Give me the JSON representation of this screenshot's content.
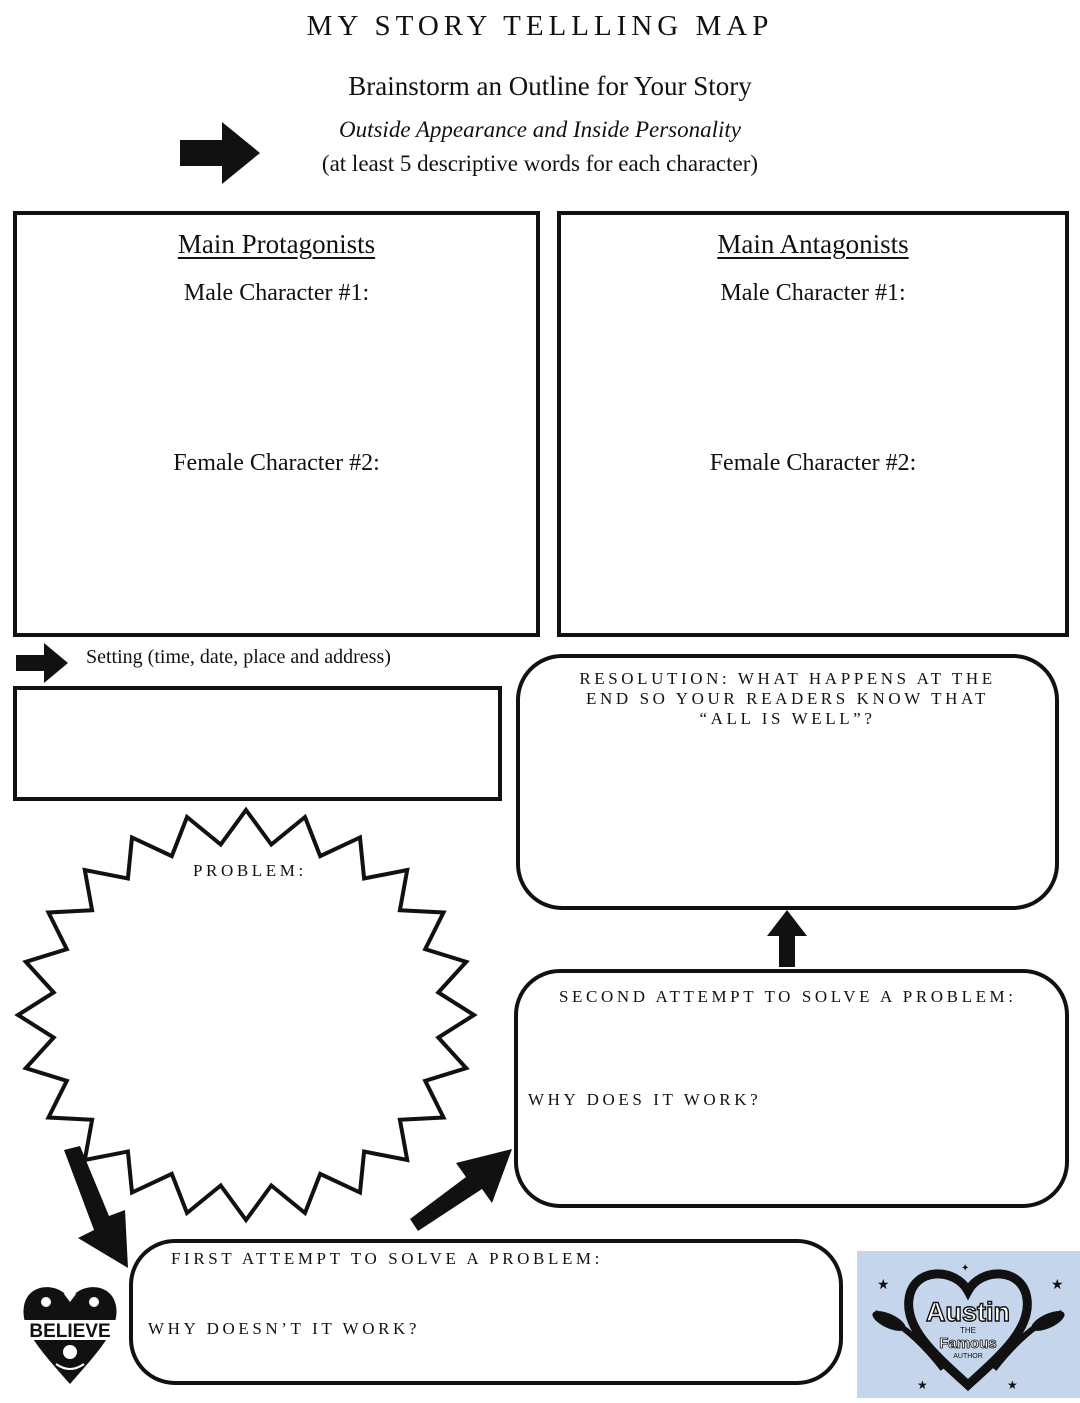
{
  "page": {
    "title": "MY STORY TELLLING MAP",
    "subtitle": "Brainstorm an Outline for Your Story",
    "instruction_italic": "Outside Appearance and Inside Personality",
    "instruction_note": "(at least 5 descriptive words for each character)"
  },
  "protagonists": {
    "heading": "Main Protagonists",
    "male_label": "Male Character #1:",
    "female_label": "Female Character #2:"
  },
  "antagonists": {
    "heading": "Main Antagonists",
    "male_label": "Male Character #1:",
    "female_label": "Female Character #2:"
  },
  "setting": {
    "label": "Setting (time, date, place and address)"
  },
  "problem": {
    "label": "PROBLEM:"
  },
  "resolution": {
    "line1": "RESOLUTION: WHAT HAPPENS AT THE",
    "line2": "END SO YOUR READERS KNOW THAT",
    "line3": "“ALL IS WELL”?"
  },
  "second_attempt": {
    "label": "SECOND ATTEMPT TO SOLVE A PROBLEM:",
    "question": "WHY DOES IT WORK?"
  },
  "first_attempt": {
    "label": "FIRST ATTEMPT TO SOLVE A PROBLEM:",
    "question": "WHY DOESN’T IT WORK?"
  },
  "logos": {
    "believe": {
      "text": "BELIEVE"
    },
    "austin": {
      "name": "Austin",
      "the": "THE",
      "famous": "Famous",
      "author": "AUTHOR",
      "bg_color": "#c5d6ec"
    }
  }
}
